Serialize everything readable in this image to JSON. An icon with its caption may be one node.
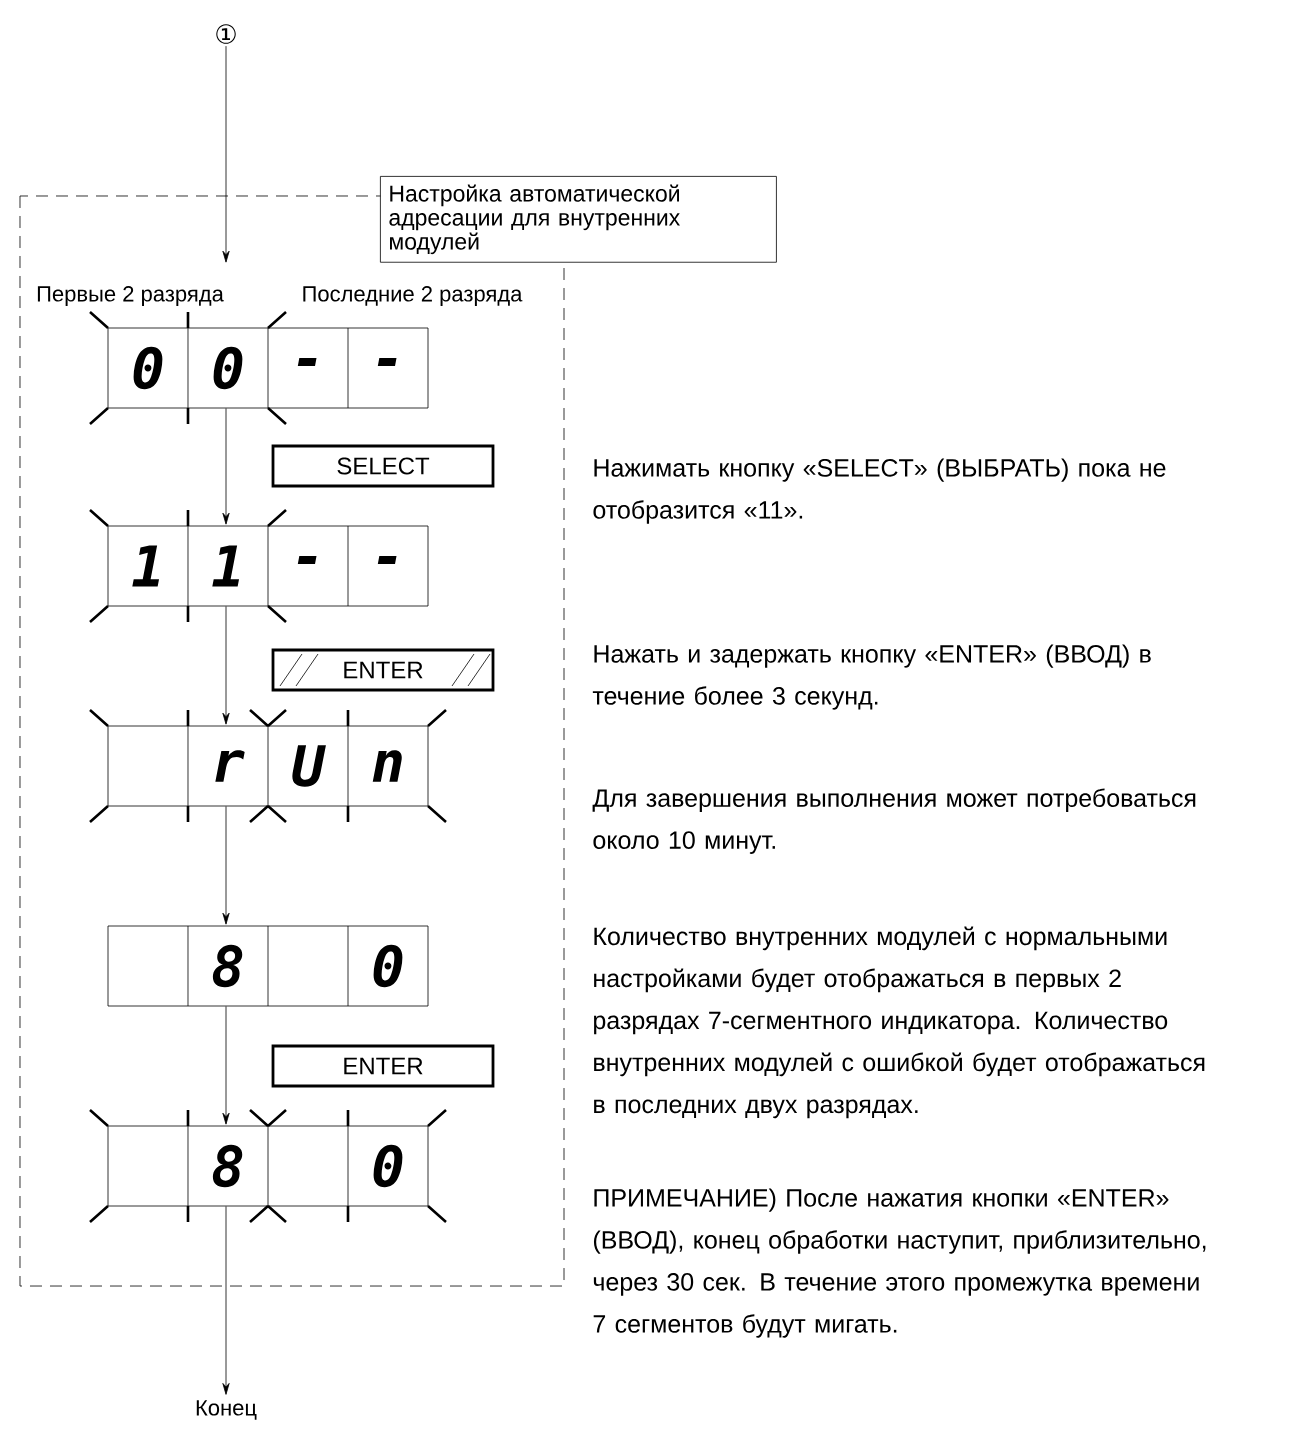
{
  "diagram": {
    "nodes": [
      {
        "text": [
          "①"
        ]
      },
      {
        "text": [
          "Настройка автоматической адресации для внутренних модулей"
        ]
      },
      {
        "text": [
          "0",
          "0",
          "-",
          "-"
        ],
        "in": 1
      },
      {
        "text": [
          "SELECT"
        ],
        "in": 1
      },
      {
        "text": [
          "1",
          "1",
          "-",
          "-"
        ],
        "in": 1
      },
      {
        "text": [
          "ENTER"
        ],
        "in": 1
      },
      {
        "text": [
          "r",
          "U",
          "n"
        ],
        "in": 1
      },
      {
        "text": [
          "8",
          "0"
        ],
        "in": 1
      },
      {
        "text": [
          "ENTER"
        ],
        "in": 1
      },
      {
        "text": [
          "8",
          "0"
        ],
        "in": 1
      },
      {
        "text": [
          "Конец"
        ]
      }
    ],
    "edges": [
      {
        "from": 0,
        "to": 2,
        "arrow": "to"
      },
      {
        "from": 2,
        "to": 4,
        "arrow": "to"
      },
      {
        "from": 4,
        "to": 6,
        "arrow": "to"
      },
      {
        "from": 6,
        "to": 7,
        "arrow": "to"
      },
      {
        "from": 7,
        "to": 9,
        "arrow": "to"
      },
      {
        "from": 9,
        "to": 10,
        "arrow": "to"
      }
    ],
    "labels": [
      "Первые 2 разряда",
      "Последние 2 разряда",
      "Нажимать кнопку «SELECT» (ВЫБРАТЬ) пока не отобразится «11».",
      "Нажать и задержать кнопку «ENTER» (ВВОД) в течение более 3 секунд.",
      "Для завершения выполнения может потребоваться около 10 минут.",
      "Количество внутренних модулей с нормальными настройками будет отображаться в первых 2 разрядах 7-сегментного индикатора. Количество внутренних модулей с ошибкой будет отображаться в последних двух разрядах.",
      "ПРИМЕЧАНИЕ) После нажатия кнопки «ENTER» (ВВОД), конец обработки наступит, приблизительно, через 30 сек. В течение этого промежутка времени 7 сегментов будут мигать."
    ]
  }
}
